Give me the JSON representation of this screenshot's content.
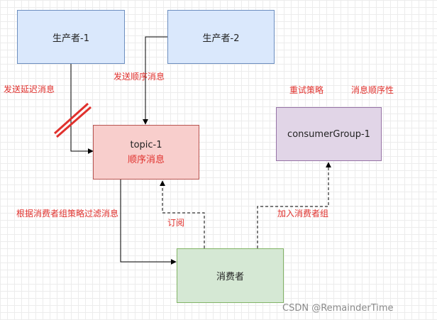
{
  "nodes": {
    "producer1": "生产者-1",
    "producer2": "生产者-2",
    "topic": {
      "title": "topic-1",
      "subtitle": "顺序消息"
    },
    "consumer_group": "consumerGroup-1",
    "consumer": "消费者"
  },
  "labels": {
    "send_delay": "发送延迟消息",
    "send_ordered": "发送顺序消息",
    "retry_strategy": "重试策略",
    "message_order": "消息顺序性",
    "filter_by_group_strategy": "根据消费者组策略过滤消息",
    "subscribe": "订阅",
    "join_group": "加入消费者组"
  },
  "watermark": "CSDN @RemainderTime",
  "colors": {
    "blue_fill": "#dae8fc",
    "blue_stroke": "#6c8ebf",
    "red_fill": "#f8cecc",
    "red_stroke": "#b85450",
    "purple_fill": "#e1d5e7",
    "purple_stroke": "#9673a6",
    "green_fill": "#d5e8d4",
    "green_stroke": "#82b366",
    "label_red": "#e0312d",
    "cross_red": "#e0312d"
  }
}
